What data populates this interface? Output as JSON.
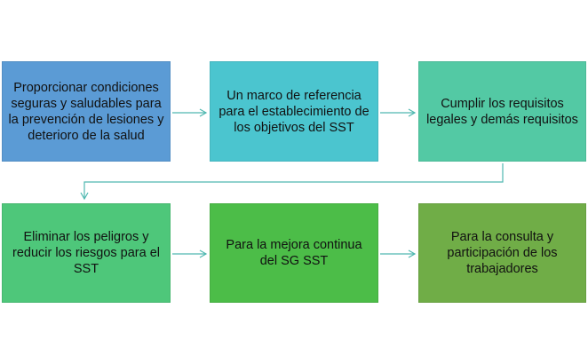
{
  "boxes": [
    {
      "text": "Proporcionar  condiciones seguras y saludables para la prevención de lesiones y deterioro de la salud",
      "color": "#5b9bd5"
    },
    {
      "text": "Un marco de referencia para el establecimiento de los objetivos del SST",
      "color": "#4bc5cf"
    },
    {
      "text": "Cumplir los requisitos legales y demás requisitos",
      "color": "#53c9a4"
    },
    {
      "text": "Eliminar los peligros y reducir  los riesgos para el SST",
      "color": "#4ec77a"
    },
    {
      "text": "Para la mejora  continua del  SG SST",
      "color": "#4cbd48"
    },
    {
      "text": "Para la consulta y participación de los trabajadores",
      "color": "#70ad47"
    }
  ],
  "connector_color": "#4fb8b0"
}
